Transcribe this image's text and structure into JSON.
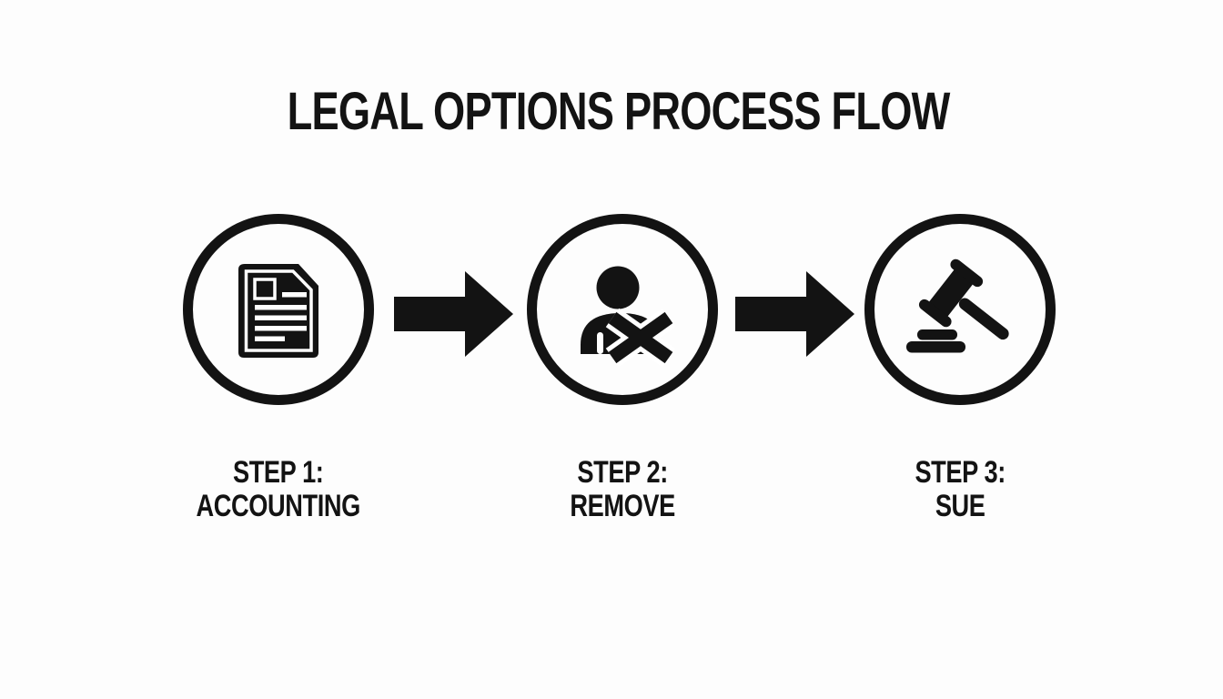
{
  "title": "LEGAL OPTIONS PROCESS FLOW",
  "colors": {
    "ink": "#131313",
    "background": "#fdfdfd"
  },
  "steps": [
    {
      "step": "STEP 1:",
      "name": "ACCOUNTING",
      "icon": "document-icon"
    },
    {
      "step": "STEP 2:",
      "name": "REMOVE",
      "icon": "person-remove-icon"
    },
    {
      "step": "STEP 3:",
      "name": "SUE",
      "icon": "gavel-icon"
    }
  ],
  "connectors": [
    {
      "icon": "arrow-right-icon"
    },
    {
      "icon": "arrow-right-icon"
    }
  ]
}
